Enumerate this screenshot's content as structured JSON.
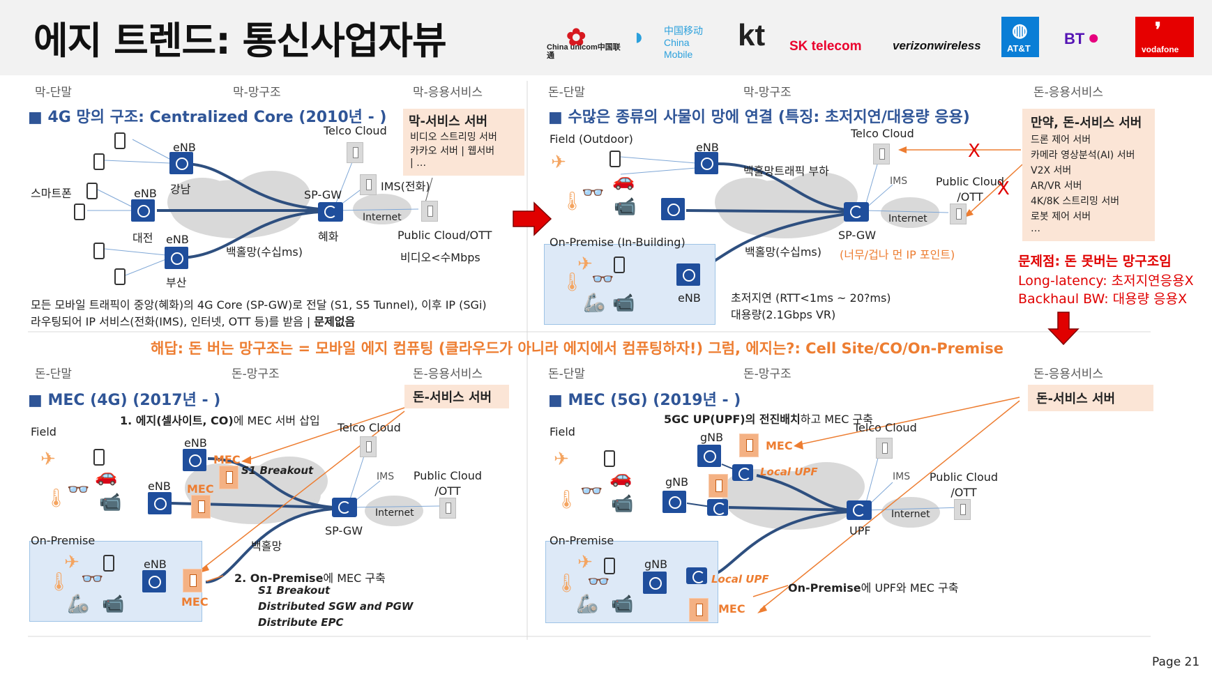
{
  "title": "에지 트렌드: 통신사업자뷰",
  "logos": {
    "china_unicom": "China unicom中国联通",
    "china_mobile": "中国移动 China Mobile",
    "kt": "kt",
    "sk": "SK telecom",
    "verizon": "verizonwireless",
    "att": "AT&T",
    "bt": "BT",
    "vodafone": "vodafone"
  },
  "q1": {
    "h_device": "막-단말",
    "h_net": "막-망구조",
    "h_app": "막-응용서비스",
    "heading": "■ 4G 망의 구조: Centralized Core (2010년 - )",
    "telco_cloud": "Telco Cloud",
    "server_title": "막-서비스 서버",
    "server_items": [
      "비디오 스트리밍 서버",
      "카카오 서버 | 웹서버",
      "| …"
    ],
    "enb1": "eNB",
    "gangnam": "강남",
    "smartphone": "스마트폰",
    "enb2": "eNB",
    "daejeon": "대전",
    "enb3": "eNB",
    "busan": "부산",
    "spgw": "SP-GW",
    "hyehwa": "혜화",
    "ims": "IMS(전화)",
    "internet": "Internet",
    "public_cloud": "Public Cloud/OTT",
    "video_rate": "비디오<수Mbps",
    "backhaul": "백홀망(수십ms)",
    "note1": "모든 모바일 트래픽이 중앙(혜화)의 4G Core (SP-GW)로 전달 (S1, S5 Tunnel), 이후 IP (SGi)",
    "note2": "라우팅되어 IP 서비스(전화(IMS), 인터넷, OTT 등)를 받음 | ",
    "note2_bold": "문제없음"
  },
  "q2": {
    "h_device": "돈-단말",
    "h_net": "막-망구조",
    "h_app": "돈-응용서비스",
    "heading": "■ 수많은 종류의 사물이 망에 연결 (특징: 초저지연/대용량 응용)",
    "field_outdoor": "Field (Outdoor)",
    "enb_top": "eNB",
    "backhaul_load": "백홀망트래픽 부하",
    "telco_cloud": "Telco Cloud",
    "ims": "IMS",
    "public_cloud": "Public Cloud /OTT",
    "internet": "Internet",
    "spgw": "SP-GW",
    "far_ip": "(너무/겁나 먼 IP 포인트)",
    "backhaul": "백홀망(수십ms)",
    "on_premise": "On-Premise (In-Building)",
    "enb_bottom": "eNB",
    "latency": "초저지연 (RTT<1ms ~ 20?ms)",
    "capacity": "대용량(2.1Gbps VR)",
    "server_title": "만약, 돈-서비스 서버",
    "server_items": [
      "드론 제어 서버",
      "카메라 영상분석(AI) 서버",
      "V2X 서버",
      "AR/VR 서버",
      "4K/8K 스트리밍 서버",
      "로봇 제어 서버",
      "…"
    ],
    "problem": "문제점: 돈 못버는 망구조임",
    "long_latency": "Long-latency: 초저지연응용X",
    "backhaul_bw": "Backhaul BW: 대용량 응용X",
    "x_mark": "X"
  },
  "answer": "해답: 돈 버는 망구조는 = 모바일 에지 컴퓨팅 (클라우드가 아니라 에지에서 컴퓨팅하자!) 그럼, 에지는?: Cell Site/CO/On-Premise",
  "q3": {
    "h_device": "돈-단말",
    "h_net": "돈-망구조",
    "h_app": "돈-응용서비스",
    "heading": "■ MEC (4G) (2017년 - )",
    "server_title": "돈-서비스 서버",
    "step1_bold": "1. 에지(셀사이트, CO)",
    "step1_rest": "에 MEC 서버 삽입",
    "telco_cloud": "Telco Cloud",
    "field": "Field",
    "enb1": "eNB",
    "mec1": "MEC",
    "s1_breakout": "S1 Breakout",
    "enb2": "eNB",
    "mec2": "MEC",
    "ims": "IMS",
    "public_cloud": "Public Cloud /OTT",
    "internet": "Internet",
    "spgw": "SP-GW",
    "backhaul": "백홀망",
    "on_premise": "On-Premise",
    "enb3": "eNB",
    "mec3": "MEC",
    "step2_bold": "2. On-Premise",
    "step2_rest": "에 MEC 구축",
    "step2_items": [
      "S1 Breakout",
      "Distributed SGW and PGW",
      "Distribute EPC"
    ]
  },
  "q4": {
    "h_device": "돈-단말",
    "h_net": "돈-망구조",
    "h_app": "돈-응용서비스",
    "heading": "■ MEC (5G) (2019년 - )",
    "server_title": "돈-서비스 서버",
    "step_bold": "5GC UP(UPF)의 전진배치",
    "step_rest": "하고 MEC 구축",
    "telco_cloud": "Telco Cloud",
    "field": "Field",
    "gnb1": "gNB",
    "mec1": "MEC",
    "local_upf1": "Local UPF",
    "gnb2": "gNB",
    "ims": "IMS",
    "public_cloud": "Public Cloud /OTT",
    "internet": "Internet",
    "upf": "UPF",
    "on_premise": "On-Premise",
    "gnb3": "gNB",
    "local_upf2": "Local UPF",
    "mec2": "MEC",
    "onprem_bold": "On-Premise",
    "onprem_rest": "에 UPF와 MEC 구축"
  },
  "page": "Page 21"
}
